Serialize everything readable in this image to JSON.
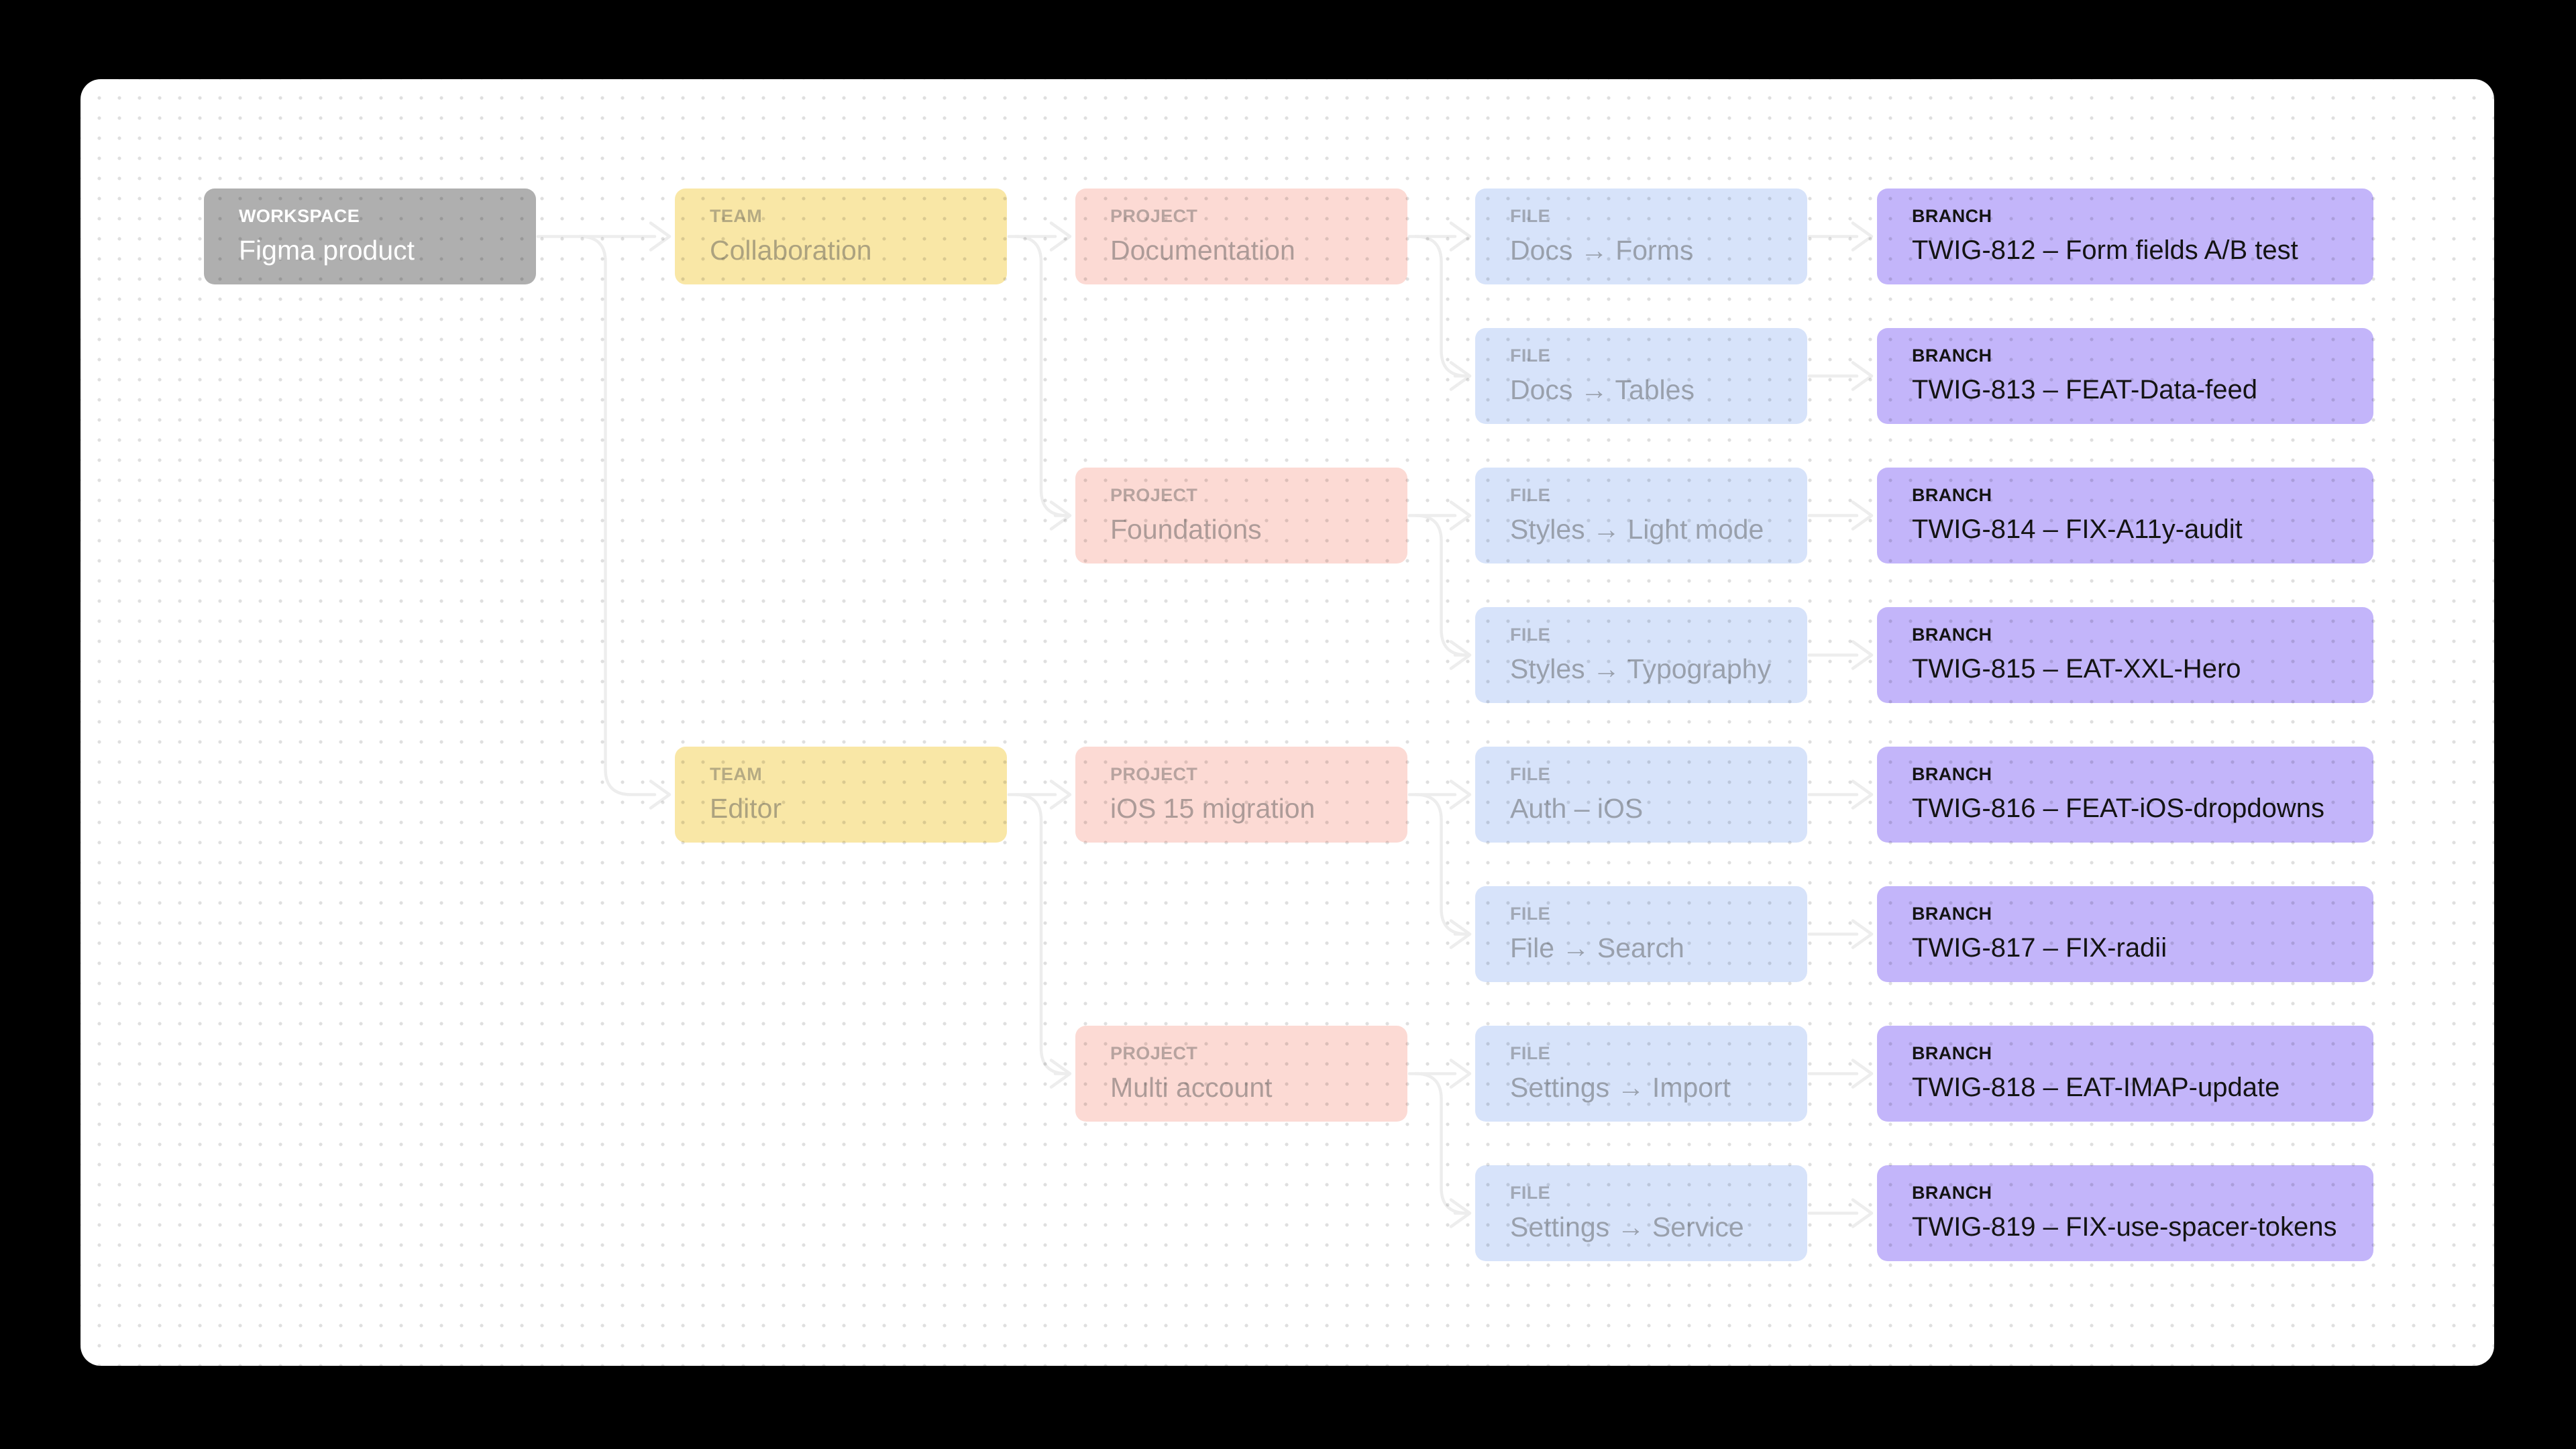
{
  "colors": {
    "page_background": "#000000",
    "canvas_background": "#ffffff",
    "dot": "rgba(0,0,0,0.125)",
    "connector": "#ededed",
    "kinds": {
      "workspace": {
        "bg": "#afafaf",
        "label": "#ffffff",
        "title": "#ffffff"
      },
      "team": {
        "bg": "#f9e7a6",
        "label": "rgba(80,80,80,0.40)",
        "title": "rgba(80,80,80,0.46)"
      },
      "project": {
        "bg": "#fcdad4",
        "label": "rgba(80,80,80,0.40)",
        "title": "rgba(80,80,80,0.46)"
      },
      "file": {
        "bg": "#d7e3fa",
        "label": "rgba(80,80,80,0.40)",
        "title": "rgba(80,80,80,0.46)"
      },
      "branch": {
        "bg": "#c3b5fa",
        "label": "#141414",
        "title": "#141414"
      }
    }
  },
  "nodes": [
    {
      "id": "workspace",
      "kind": "workspace",
      "label": "WORKSPACE",
      "title": "Figma product",
      "col": 0,
      "row": 0
    },
    {
      "id": "collaboration",
      "kind": "team",
      "label": "TEAM",
      "title": "Collaboration",
      "col": 1,
      "row": 0
    },
    {
      "id": "editor",
      "kind": "team",
      "label": "TEAM",
      "title": "Editor",
      "col": 1,
      "row": 4
    },
    {
      "id": "documentation",
      "kind": "project",
      "label": "PROJECT",
      "title": "Documentation",
      "col": 2,
      "row": 0
    },
    {
      "id": "foundations",
      "kind": "project",
      "label": "PROJECT",
      "title": "Foundations",
      "col": 2,
      "row": 2
    },
    {
      "id": "ios-15-migration",
      "kind": "project",
      "label": "PROJECT",
      "title": "iOS 15 migration",
      "col": 2,
      "row": 4
    },
    {
      "id": "multi-account",
      "kind": "project",
      "label": "PROJECT",
      "title": "Multi account",
      "col": 2,
      "row": 6
    },
    {
      "id": "docs-forms",
      "kind": "file",
      "label": "FILE",
      "title": "Docs → Forms",
      "col": 3,
      "row": 0
    },
    {
      "id": "docs-tables",
      "kind": "file",
      "label": "FILE",
      "title": "Docs → Tables",
      "col": 3,
      "row": 1
    },
    {
      "id": "styles-light",
      "kind": "file",
      "label": "FILE",
      "title": "Styles → Light mode",
      "col": 3,
      "row": 2
    },
    {
      "id": "styles-typo",
      "kind": "file",
      "label": "FILE",
      "title": "Styles → Typography",
      "col": 3,
      "row": 3
    },
    {
      "id": "auth-ios",
      "kind": "file",
      "label": "FILE",
      "title": "Auth – iOS",
      "col": 3,
      "row": 4
    },
    {
      "id": "file-search",
      "kind": "file",
      "label": "FILE",
      "title": "File → Search",
      "col": 3,
      "row": 5
    },
    {
      "id": "settings-import",
      "kind": "file",
      "label": "FILE",
      "title": "Settings → Import",
      "col": 3,
      "row": 6
    },
    {
      "id": "settings-service",
      "kind": "file",
      "label": "FILE",
      "title": "Settings → Service",
      "col": 3,
      "row": 7
    },
    {
      "id": "twig-812",
      "kind": "branch",
      "label": "BRANCH",
      "title": "TWIG-812 – Form fields A/B test",
      "col": 4,
      "row": 0
    },
    {
      "id": "twig-813",
      "kind": "branch",
      "label": "BRANCH",
      "title": "TWIG-813 – FEAT-Data-feed",
      "col": 4,
      "row": 1
    },
    {
      "id": "twig-814",
      "kind": "branch",
      "label": "BRANCH",
      "title": "TWIG-814 – FIX-A11y-audit",
      "col": 4,
      "row": 2
    },
    {
      "id": "twig-815",
      "kind": "branch",
      "label": "BRANCH",
      "title": "TWIG-815 – EAT-XXL-Hero",
      "col": 4,
      "row": 3
    },
    {
      "id": "twig-816",
      "kind": "branch",
      "label": "BRANCH",
      "title": "TWIG-816 – FEAT-iOS-dropdowns",
      "col": 4,
      "row": 4
    },
    {
      "id": "twig-817",
      "kind": "branch",
      "label": "BRANCH",
      "title": "TWIG-817 – FIX-radii",
      "col": 4,
      "row": 5
    },
    {
      "id": "twig-818",
      "kind": "branch",
      "label": "BRANCH",
      "title": "TWIG-818 – EAT-IMAP-update",
      "col": 4,
      "row": 6
    },
    {
      "id": "twig-819",
      "kind": "branch",
      "label": "BRANCH",
      "title": "TWIG-819 – FIX-use-spacer-tokens",
      "col": 4,
      "row": 7
    }
  ],
  "edges": [
    {
      "from": "workspace",
      "to": "collaboration"
    },
    {
      "from": "workspace",
      "to": "editor"
    },
    {
      "from": "collaboration",
      "to": "documentation"
    },
    {
      "from": "collaboration",
      "to": "foundations"
    },
    {
      "from": "editor",
      "to": "ios-15-migration"
    },
    {
      "from": "editor",
      "to": "multi-account"
    },
    {
      "from": "documentation",
      "to": "docs-forms"
    },
    {
      "from": "documentation",
      "to": "docs-tables"
    },
    {
      "from": "foundations",
      "to": "styles-light"
    },
    {
      "from": "foundations",
      "to": "styles-typo"
    },
    {
      "from": "ios-15-migration",
      "to": "auth-ios"
    },
    {
      "from": "ios-15-migration",
      "to": "file-search"
    },
    {
      "from": "multi-account",
      "to": "settings-import"
    },
    {
      "from": "multi-account",
      "to": "settings-service"
    },
    {
      "from": "docs-forms",
      "to": "twig-812"
    },
    {
      "from": "docs-tables",
      "to": "twig-813"
    },
    {
      "from": "styles-light",
      "to": "twig-814"
    },
    {
      "from": "styles-typo",
      "to": "twig-815"
    },
    {
      "from": "auth-ios",
      "to": "twig-816"
    },
    {
      "from": "file-search",
      "to": "twig-817"
    },
    {
      "from": "settings-import",
      "to": "twig-818"
    },
    {
      "from": "settings-service",
      "to": "twig-819"
    }
  ]
}
